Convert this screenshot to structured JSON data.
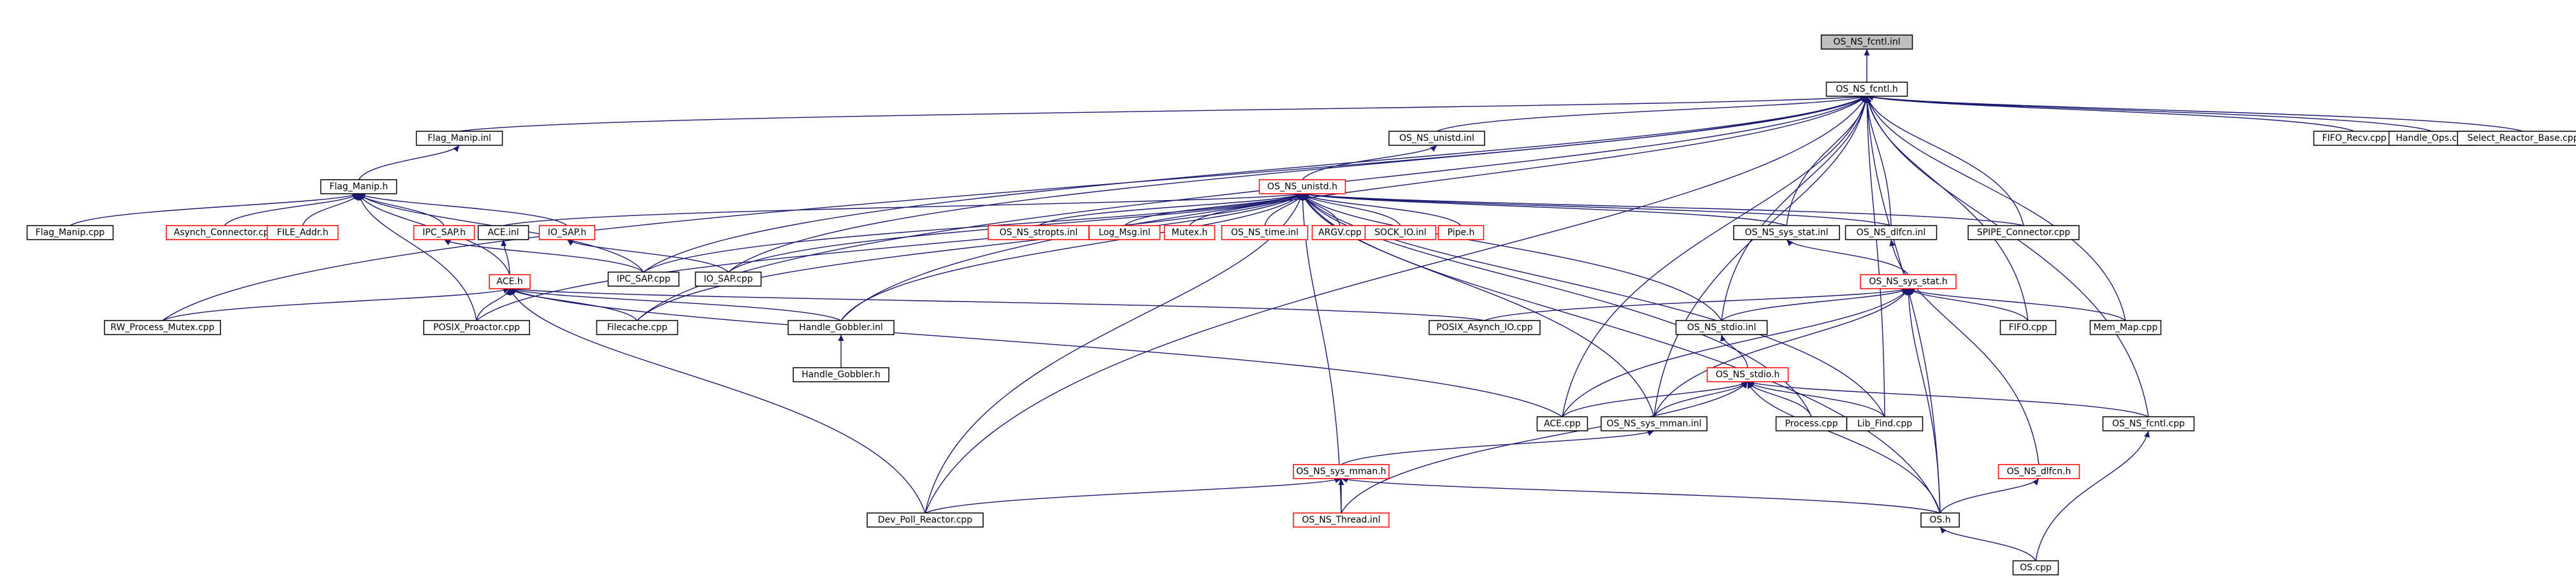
{
  "nodes": [
    {
      "id": "fcntl_inl",
      "label": "OS_NS_fcntl.inl",
      "kind": "root"
    },
    {
      "id": "fcntl_h",
      "label": "OS_NS_fcntl.h",
      "kind": "black"
    },
    {
      "id": "flagmanip_inl",
      "label": "Flag_Manip.inl",
      "kind": "black"
    },
    {
      "id": "unistd_inl",
      "label": "OS_NS_unistd.inl",
      "kind": "black"
    },
    {
      "id": "fifo_recv",
      "label": "FIFO_Recv.cpp",
      "kind": "black"
    },
    {
      "id": "handle_ops",
      "label": "Handle_Ops.cpp",
      "kind": "black"
    },
    {
      "id": "select_reactor",
      "label": "Select_Reactor_Base.cpp",
      "kind": "black"
    },
    {
      "id": "flagmanip_h",
      "label": "Flag_Manip.h",
      "kind": "black"
    },
    {
      "id": "unistd_h",
      "label": "OS_NS_unistd.h",
      "kind": "red"
    },
    {
      "id": "flagmanip_cpp",
      "label": "Flag_Manip.cpp",
      "kind": "black"
    },
    {
      "id": "asynch_conn",
      "label": "Asynch_Connector.cpp",
      "kind": "red"
    },
    {
      "id": "file_addr",
      "label": "FILE_Addr.h",
      "kind": "red"
    },
    {
      "id": "ipc_sap_h",
      "label": "IPC_SAP.h",
      "kind": "red"
    },
    {
      "id": "ace_inl",
      "label": "ACE.inl",
      "kind": "black"
    },
    {
      "id": "io_sap_h",
      "label": "IO_SAP.h",
      "kind": "red"
    },
    {
      "id": "stropts_inl",
      "label": "OS_NS_stropts.inl",
      "kind": "red"
    },
    {
      "id": "log_msg_inl",
      "label": "Log_Msg.inl",
      "kind": "red"
    },
    {
      "id": "mutex_h",
      "label": "Mutex.h",
      "kind": "red"
    },
    {
      "id": "time_inl",
      "label": "OS_NS_time.inl",
      "kind": "red"
    },
    {
      "id": "argv_cpp",
      "label": "ARGV.cpp",
      "kind": "red"
    },
    {
      "id": "sock_io_inl",
      "label": "SOCK_IO.inl",
      "kind": "red"
    },
    {
      "id": "pipe_h",
      "label": "Pipe.h",
      "kind": "red"
    },
    {
      "id": "sys_stat_inl",
      "label": "OS_NS_sys_stat.inl",
      "kind": "black"
    },
    {
      "id": "dlfcn_inl",
      "label": "OS_NS_dlfcn.inl",
      "kind": "black"
    },
    {
      "id": "spipe_conn",
      "label": "SPIPE_Connector.cpp",
      "kind": "black"
    },
    {
      "id": "ipc_sap_cpp",
      "label": "IPC_SAP.cpp",
      "kind": "black"
    },
    {
      "id": "io_sap_cpp",
      "label": "IO_SAP.cpp",
      "kind": "black"
    },
    {
      "id": "ace_h",
      "label": "ACE.h",
      "kind": "red"
    },
    {
      "id": "sys_stat_h",
      "label": "OS_NS_sys_stat.h",
      "kind": "red"
    },
    {
      "id": "rw_mutex",
      "label": "RW_Process_Mutex.cpp",
      "kind": "black"
    },
    {
      "id": "posix_proactor",
      "label": "POSIX_Proactor.cpp",
      "kind": "black"
    },
    {
      "id": "filecache",
      "label": "Filecache.cpp",
      "kind": "black"
    },
    {
      "id": "handle_gobbler_inl",
      "label": "Handle_Gobbler.inl",
      "kind": "black"
    },
    {
      "id": "posix_asynch",
      "label": "POSIX_Asynch_IO.cpp",
      "kind": "black"
    },
    {
      "id": "stdio_inl",
      "label": "OS_NS_stdio.inl",
      "kind": "black"
    },
    {
      "id": "fifo_cpp",
      "label": "FIFO.cpp",
      "kind": "black"
    },
    {
      "id": "mem_map",
      "label": "Mem_Map.cpp",
      "kind": "black"
    },
    {
      "id": "handle_gobbler_h",
      "label": "Handle_Gobbler.h",
      "kind": "black"
    },
    {
      "id": "stdio_h",
      "label": "OS_NS_stdio.h",
      "kind": "red"
    },
    {
      "id": "ace_cpp",
      "label": "ACE.cpp",
      "kind": "black"
    },
    {
      "id": "sys_mman_inl",
      "label": "OS_NS_sys_mman.inl",
      "kind": "black"
    },
    {
      "id": "process_cpp",
      "label": "Process.cpp",
      "kind": "black"
    },
    {
      "id": "lib_find",
      "label": "Lib_Find.cpp",
      "kind": "black"
    },
    {
      "id": "fcntl_cpp",
      "label": "OS_NS_fcntl.cpp",
      "kind": "black"
    },
    {
      "id": "dlfcn_h",
      "label": "OS_NS_dlfcn.h",
      "kind": "red"
    },
    {
      "id": "sys_mman_h",
      "label": "OS_NS_sys_mman.h",
      "kind": "red"
    },
    {
      "id": "dev_poll",
      "label": "Dev_Poll_Reactor.cpp",
      "kind": "black"
    },
    {
      "id": "thread_inl",
      "label": "OS_NS_Thread.inl",
      "kind": "red"
    },
    {
      "id": "os_h",
      "label": "OS.h",
      "kind": "black"
    },
    {
      "id": "os_cpp",
      "label": "OS.cpp",
      "kind": "black"
    }
  ],
  "edges": [
    [
      "fcntl_inl",
      "fcntl_h"
    ],
    [
      "fcntl_h",
      "flagmanip_inl"
    ],
    [
      "fcntl_h",
      "unistd_inl"
    ],
    [
      "fcntl_h",
      "fifo_recv"
    ],
    [
      "fcntl_h",
      "handle_ops"
    ],
    [
      "fcntl_h",
      "select_reactor"
    ],
    [
      "fcntl_h",
      "sys_stat_inl"
    ],
    [
      "fcntl_h",
      "dlfcn_inl"
    ],
    [
      "fcntl_h",
      "spipe_conn"
    ],
    [
      "fcntl_h",
      "ipc_sap_cpp"
    ],
    [
      "fcntl_h",
      "io_sap_cpp"
    ],
    [
      "fcntl_h",
      "rw_mutex"
    ],
    [
      "fcntl_h",
      "filecache"
    ],
    [
      "fcntl_h",
      "handle_gobbler_inl"
    ],
    [
      "fcntl_h",
      "stdio_inl"
    ],
    [
      "fcntl_h",
      "fifo_cpp"
    ],
    [
      "fcntl_h",
      "mem_map"
    ],
    [
      "fcntl_h",
      "ace_cpp"
    ],
    [
      "fcntl_h",
      "sys_mman_inl"
    ],
    [
      "fcntl_h",
      "lib_find"
    ],
    [
      "fcntl_h",
      "fcntl_cpp"
    ],
    [
      "fcntl_h",
      "dev_poll"
    ],
    [
      "fcntl_h",
      "os_h"
    ],
    [
      "flagmanip_inl",
      "flagmanip_h"
    ],
    [
      "unistd_inl",
      "unistd_h"
    ],
    [
      "flagmanip_h",
      "flagmanip_cpp"
    ],
    [
      "flagmanip_h",
      "asynch_conn"
    ],
    [
      "flagmanip_h",
      "file_addr"
    ],
    [
      "flagmanip_h",
      "ipc_sap_h"
    ],
    [
      "flagmanip_h",
      "io_sap_h"
    ],
    [
      "flagmanip_h",
      "ace_h"
    ],
    [
      "flagmanip_h",
      "posix_proactor"
    ],
    [
      "flagmanip_h",
      "ipc_sap_cpp"
    ],
    [
      "unistd_h",
      "ace_inl"
    ],
    [
      "unistd_h",
      "stropts_inl"
    ],
    [
      "unistd_h",
      "log_msg_inl"
    ],
    [
      "unistd_h",
      "mutex_h"
    ],
    [
      "unistd_h",
      "time_inl"
    ],
    [
      "unistd_h",
      "argv_cpp"
    ],
    [
      "unistd_h",
      "sock_io_inl"
    ],
    [
      "unistd_h",
      "pipe_h"
    ],
    [
      "unistd_h",
      "sys_stat_inl"
    ],
    [
      "unistd_h",
      "dlfcn_inl"
    ],
    [
      "unistd_h",
      "spipe_conn"
    ],
    [
      "unistd_h",
      "ipc_sap_cpp"
    ],
    [
      "unistd_h",
      "io_sap_cpp"
    ],
    [
      "unistd_h",
      "posix_proactor"
    ],
    [
      "unistd_h",
      "filecache"
    ],
    [
      "unistd_h",
      "handle_gobbler_inl"
    ],
    [
      "unistd_h",
      "stdio_inl"
    ],
    [
      "unistd_h",
      "sys_mman_inl"
    ],
    [
      "unistd_h",
      "process_cpp"
    ],
    [
      "unistd_h",
      "lib_find"
    ],
    [
      "unistd_h",
      "dev_poll"
    ],
    [
      "unistd_h",
      "thread_inl"
    ],
    [
      "unistd_h",
      "os_h"
    ],
    [
      "ipc_sap_h",
      "ipc_sap_cpp"
    ],
    [
      "io_sap_h",
      "io_sap_cpp"
    ],
    [
      "ace_inl",
      "ace_h"
    ],
    [
      "ace_h",
      "rw_mutex"
    ],
    [
      "ace_h",
      "posix_proactor"
    ],
    [
      "ace_h",
      "filecache"
    ],
    [
      "ace_h",
      "handle_gobbler_inl"
    ],
    [
      "ace_h",
      "posix_asynch"
    ],
    [
      "ace_h",
      "ace_cpp"
    ],
    [
      "ace_h",
      "dev_poll"
    ],
    [
      "sys_stat_inl",
      "sys_stat_h"
    ],
    [
      "sys_stat_h",
      "posix_asynch"
    ],
    [
      "sys_stat_h",
      "stdio_inl"
    ],
    [
      "sys_stat_h",
      "fifo_cpp"
    ],
    [
      "sys_stat_h",
      "mem_map"
    ],
    [
      "sys_stat_h",
      "ace_cpp"
    ],
    [
      "sys_stat_h",
      "sys_mman_inl"
    ],
    [
      "sys_stat_h",
      "os_h"
    ],
    [
      "handle_gobbler_inl",
      "handle_gobbler_h"
    ],
    [
      "stdio_inl",
      "stdio_h"
    ],
    [
      "stdio_h",
      "ace_cpp"
    ],
    [
      "stdio_h",
      "sys_mman_inl"
    ],
    [
      "stdio_h",
      "process_cpp"
    ],
    [
      "stdio_h",
      "lib_find"
    ],
    [
      "stdio_h",
      "fcntl_cpp"
    ],
    [
      "stdio_h",
      "thread_inl"
    ],
    [
      "stdio_h",
      "os_h"
    ],
    [
      "dlfcn_inl",
      "dlfcn_h"
    ],
    [
      "dlfcn_h",
      "os_h"
    ],
    [
      "sys_mman_inl",
      "sys_mman_h"
    ],
    [
      "sys_mman_h",
      "dev_poll"
    ],
    [
      "sys_mman_h",
      "thread_inl"
    ],
    [
      "sys_mman_h",
      "os_h"
    ],
    [
      "fcntl_cpp",
      "os_cpp"
    ],
    [
      "os_h",
      "os_cpp"
    ]
  ]
}
